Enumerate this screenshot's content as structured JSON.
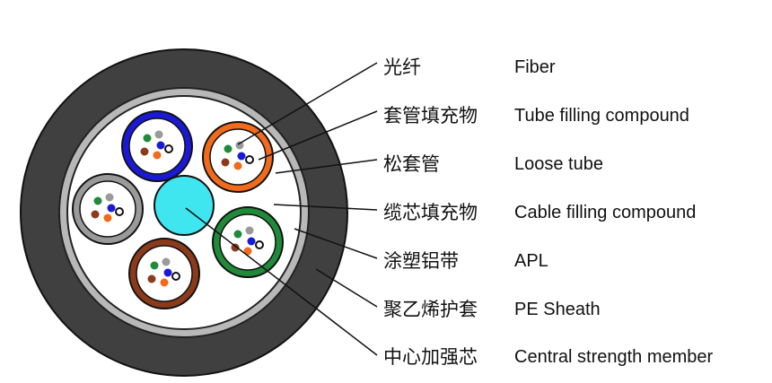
{
  "diagram": {
    "labels": [
      {
        "cn": "光纤",
        "en": "Fiber"
      },
      {
        "cn": "套管填充物",
        "en": "Tube filling compound"
      },
      {
        "cn": "松套管",
        "en": "Loose tube"
      },
      {
        "cn": "缆芯填充物",
        "en": "Cable filling compound"
      },
      {
        "cn": "涂塑铝带",
        "en": "APL"
      },
      {
        "cn": "聚乙烯护套",
        "en": "PE Sheath"
      },
      {
        "cn": "中心加强芯",
        "en": "Central strength member"
      }
    ],
    "colors": {
      "sheath": "#404040",
      "apl": "#b8b8b8",
      "filling": "#ffffff",
      "strength_member": "#3fe6f0",
      "tubes": [
        "#1a1ad6",
        "#f26a1b",
        "#9a9a9a",
        "#1f8a3a",
        "#8b3a1a"
      ],
      "fibers": [
        "#1f8a3a",
        "#9a9a9a",
        "#8b3a1a",
        "#1a1ad6",
        "#f26a1b",
        "#111111"
      ]
    }
  }
}
